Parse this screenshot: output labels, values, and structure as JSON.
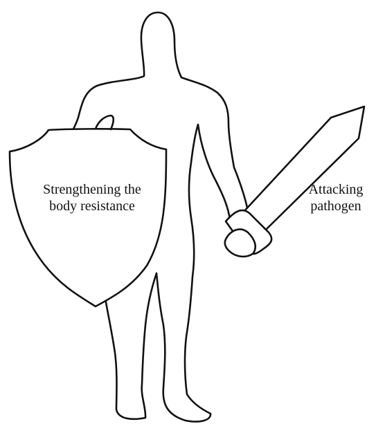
{
  "figure": {
    "shield_caption": [
      "Strengthening the",
      "body resistance"
    ],
    "sword_caption": [
      "Attacking",
      "pathogen"
    ],
    "colors": {
      "outline": "#111111",
      "background": "#ffffff"
    },
    "icons": [
      "human-figure-icon",
      "shield-icon",
      "sword-icon"
    ]
  }
}
